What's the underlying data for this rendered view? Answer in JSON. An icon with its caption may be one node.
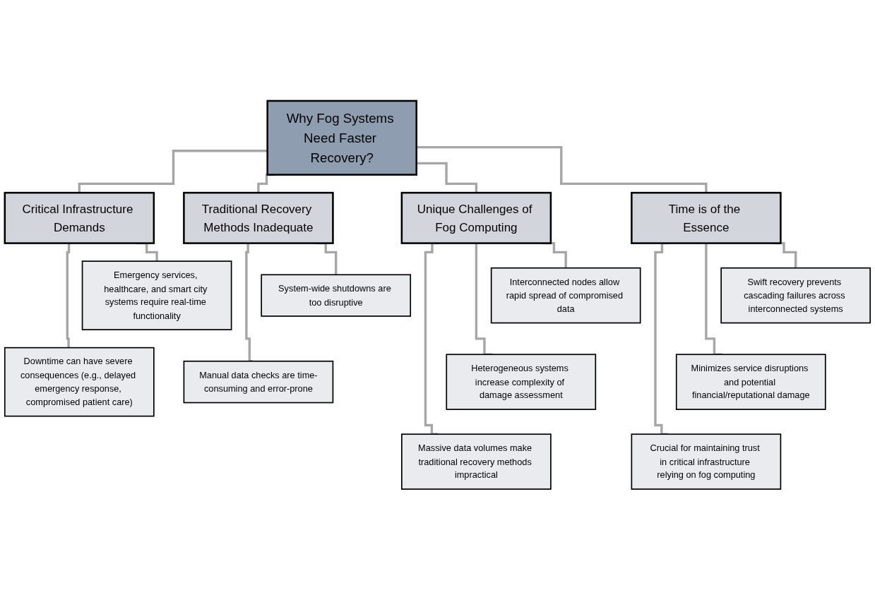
{
  "diagram": {
    "nodes": [
      {
        "text": [
          "Why Fog Systems Need Faster Recovery?"
        ]
      },
      {
        "text": [
          "Critical Infrastructure Demands"
        ]
      },
      {
        "text": [
          "Traditional Recovery Methods Inadequate"
        ]
      },
      {
        "text": [
          "Unique Challenges of Fog Computing"
        ]
      },
      {
        "text": [
          "Time is of the Essence"
        ]
      },
      {
        "text": [
          "Emergency services, healthcare, and smart city systems require real-time functionality"
        ]
      },
      {
        "text": [
          "Downtime can have severe consequences (e.g., delayed emergency response, compromised patient care)"
        ]
      },
      {
        "text": [
          "System-wide shutdowns are too disruptive"
        ]
      },
      {
        "text": [
          "Manual data checks are time-consuming and error-prone"
        ]
      },
      {
        "text": [
          "Interconnected nodes allow rapid spread of compromised data"
        ]
      },
      {
        "text": [
          "Heterogeneous systems increase complexity of damage assessment"
        ]
      },
      {
        "text": [
          "Massive data volumes make traditional recovery methods impractical"
        ]
      },
      {
        "text": [
          "Swift recovery prevents cascading failures across interconnected systems"
        ]
      },
      {
        "text": [
          "Minimizes service disruptions and potential financial/reputational damage"
        ]
      },
      {
        "text": [
          "Crucial for maintaining trust in critical infrastructure relying on fog computing"
        ]
      }
    ],
    "edges": [
      {
        "from": 0,
        "to": 1,
        "arrow": "none"
      },
      {
        "from": 0,
        "to": 2,
        "arrow": "none"
      },
      {
        "from": 0,
        "to": 3,
        "arrow": "none"
      },
      {
        "from": 0,
        "to": 4,
        "arrow": "none"
      },
      {
        "from": 1,
        "to": 5,
        "arrow": "none"
      },
      {
        "from": 1,
        "to": 6,
        "arrow": "none"
      },
      {
        "from": 2,
        "to": 7,
        "arrow": "none"
      },
      {
        "from": 2,
        "to": 8,
        "arrow": "none"
      },
      {
        "from": 3,
        "to": 9,
        "arrow": "none"
      },
      {
        "from": 3,
        "to": 10,
        "arrow": "none"
      },
      {
        "from": 3,
        "to": 11,
        "arrow": "none"
      },
      {
        "from": 4,
        "to": 12,
        "arrow": "none"
      },
      {
        "from": 4,
        "to": 13,
        "arrow": "none"
      },
      {
        "from": 4,
        "to": 14,
        "arrow": "none"
      }
    ]
  }
}
